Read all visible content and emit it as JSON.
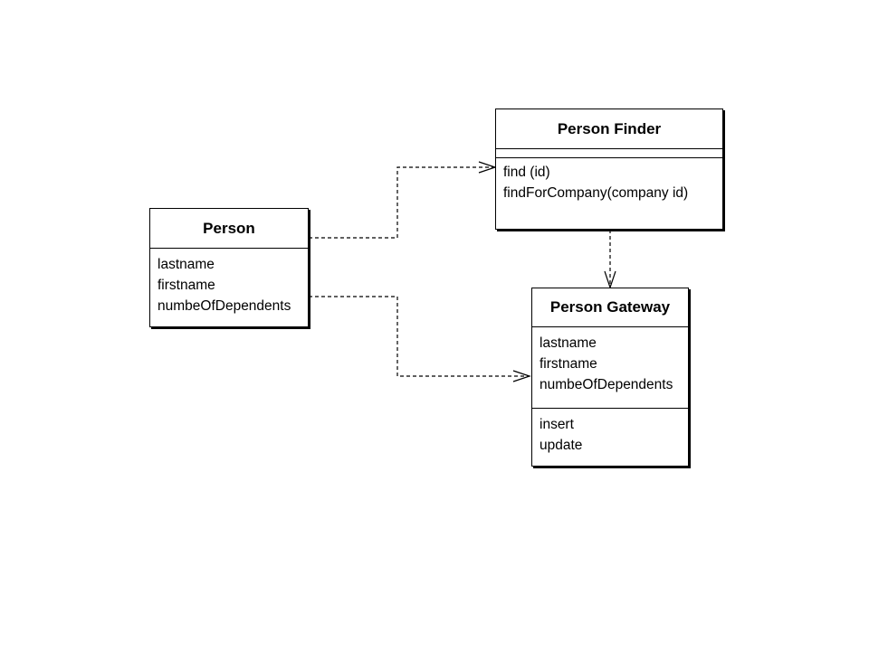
{
  "classes": {
    "person": {
      "name": "Person",
      "attributes": [
        "lastname",
        "firstname",
        "numbeOfDependents"
      ]
    },
    "person_finder": {
      "name": "Person Finder",
      "attributes": [],
      "operations": [
        "find (id)",
        "findForCompany(company id)"
      ]
    },
    "person_gateway": {
      "name": "Person Gateway",
      "attributes": [
        "lastname",
        "firstname",
        "numbeOfDependents"
      ],
      "operations": [
        "insert",
        "update"
      ]
    }
  },
  "relationships": [
    {
      "from": "Person",
      "to": "Person Finder",
      "type": "dependency"
    },
    {
      "from": "Person",
      "to": "Person Gateway",
      "type": "dependency"
    },
    {
      "from": "Person Finder",
      "to": "Person Gateway",
      "type": "dependency"
    }
  ]
}
